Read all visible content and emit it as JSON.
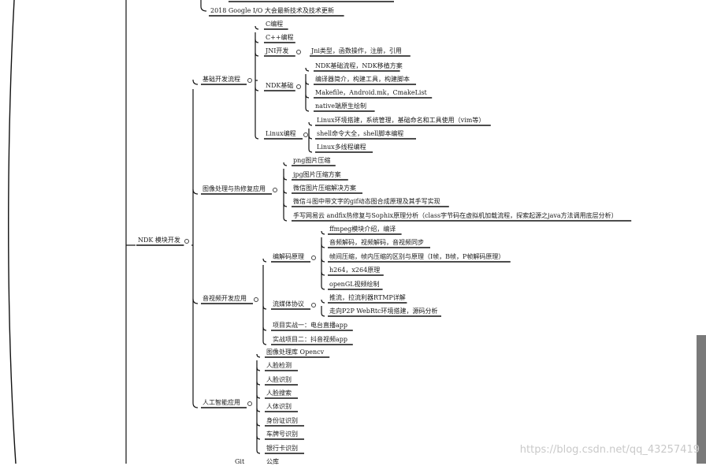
{
  "mindmap": {
    "top": [
      "2018 Google I/O 大会最新技术及技术更新"
    ],
    "root": "NDK 模块开发",
    "branches": [
      {
        "label": "基础开发流程",
        "children": [
          {
            "label": "C编程"
          },
          {
            "label": "C++编程"
          },
          {
            "label": "JNI开发",
            "children": [
              "Jni类型，函数操作，注册，引用"
            ]
          },
          {
            "label": "NDK基础",
            "children": [
              "NDK基础流程，NDK移植方案",
              "编译器简介，构建工具，构建脚本",
              "Makefile，Android.mk，CmakeList",
              "native端原生绘制"
            ]
          },
          {
            "label": "Linux编程",
            "children": [
              "Linux环境搭建，系统管理，基础命名和工具使用（vim等）",
              "shell命令大全，shell脚本编程",
              "Linux多线程编程"
            ]
          }
        ]
      },
      {
        "label": "图像处理与热修复应用",
        "children": [
          {
            "label": "png图片压缩"
          },
          {
            "label": "jpg图片压缩方案"
          },
          {
            "label": "微信图片压缩解决方案"
          },
          {
            "label": "微信斗图中带文字的gif动态图合成原理及其手写实现"
          },
          {
            "label": "手写网易云 andfix热修复与Sophix原理分析（class字节码在虚拟机加载流程，探索起源之java方法调用底层分析）"
          }
        ]
      },
      {
        "label": "音视频开发应用",
        "children": [
          {
            "label": "编解码原理",
            "children": [
              "ffmpeg模块介绍，编译",
              "音频解码，视频解码，音视频同步",
              "帧间压缩，帧内压缩的区别与原理（I帧，B帧，P帧解码原理）",
              "h264，x264原理",
              "openGL视频绘制"
            ]
          },
          {
            "label": "流媒体协议",
            "children": [
              "推流，拉流利器RTMP详解",
              "走向P2P WebRtc环境搭建，源码分析"
            ]
          },
          {
            "label": "项目实战一：电台直播app"
          },
          {
            "label": "实战项目二：抖音视频app"
          }
        ]
      },
      {
        "label": "人工智能应用",
        "children": [
          {
            "label": "图像处理库 Opencv"
          },
          {
            "label": "人脸检测"
          },
          {
            "label": "人脸识别"
          },
          {
            "label": "人脸搜索"
          },
          {
            "label": "人体识别"
          },
          {
            "label": "身份证识别"
          },
          {
            "label": "车牌号识别"
          },
          {
            "label": "银行卡识别"
          }
        ]
      }
    ],
    "bottom_partial": [
      "Git",
      "公库"
    ]
  },
  "watermark": "https://blog.csdn.net/qq_43257419",
  "colors": {
    "line": "#111111",
    "text": "#1a1a1a",
    "scrollbar": "#7a7a7a"
  }
}
